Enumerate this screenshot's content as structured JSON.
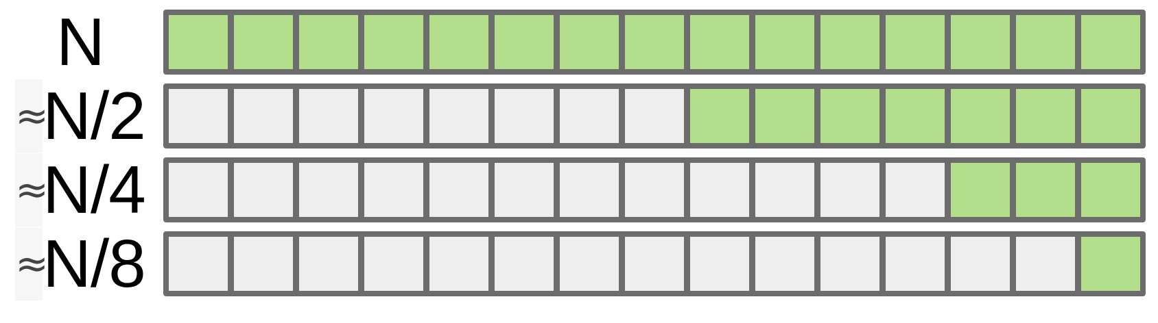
{
  "rows": [
    {
      "approx": "",
      "label": "N",
      "filled": 15,
      "total": 15
    },
    {
      "approx": "≈",
      "label": "N/2",
      "filled": 7,
      "total": 15
    },
    {
      "approx": "≈",
      "label": "N/4",
      "filled": 3,
      "total": 15
    },
    {
      "approx": "≈",
      "label": "N/8",
      "filled": 1,
      "total": 15
    }
  ],
  "colors": {
    "filled": "#b3de8c",
    "empty": "#eeeeee",
    "border": "#6c6c6c"
  }
}
